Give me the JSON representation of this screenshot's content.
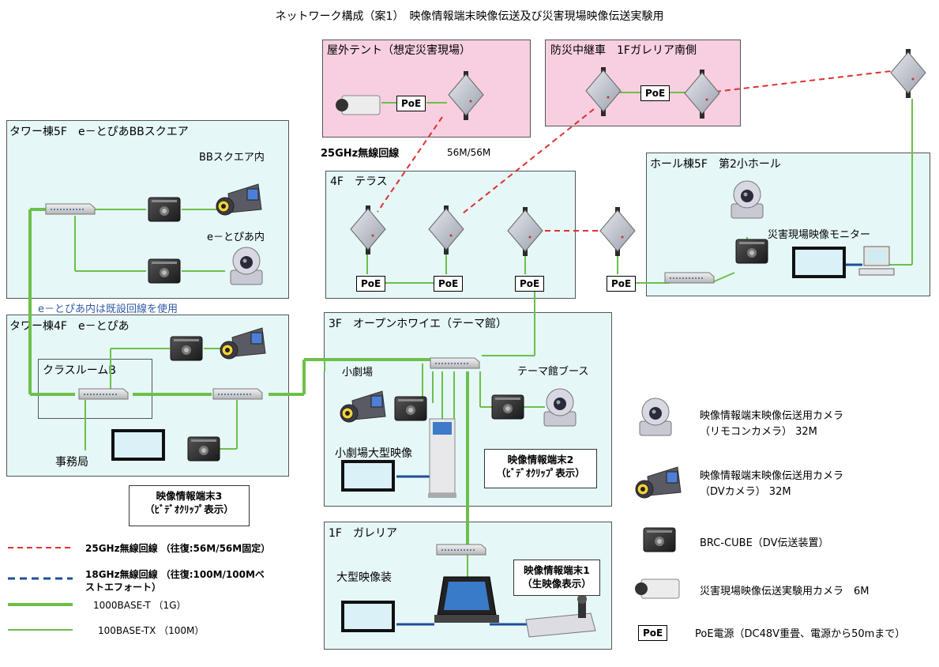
{
  "title": "ネットワーク構成（案1）　映像情報端末映像伝送及び災害現場映像伝送実験用",
  "areas": {
    "tent": "屋外テント（想定災害現場）",
    "relay_car": "防災中継車　1Fガレリア南側",
    "tower5f": "タワー棟5F　e－とぴあBBスクエア",
    "bb_inside": "BBスクエア内",
    "etopia_inside": "e－とぴあ内",
    "terrace": "4F　テラス",
    "hall5f": "ホール棟5F　第2小ホール",
    "disaster_monitor": "災害現場映像モニター",
    "existing_line": "e－とぴあ内は既設回線を使用",
    "tower4f": "タワー棟4F　e－とぴあ",
    "classroom": "クラスルームB",
    "office": "事務局",
    "open_foyer": "3F　オープンホワイエ（テーマ館）",
    "small_theater": "小劇場",
    "theme_booth": "テーマ館ブース",
    "small_theater_big": "小劇場大型映像",
    "galleria": "1F　ガレリア",
    "big_display": "大型映像装"
  },
  "wireless": {
    "band_label": "25GHz無線回線",
    "rate_label": "56M/56M"
  },
  "poe_label": "PoE",
  "notes": {
    "terminal1_line1": "映像情報端末1",
    "terminal1_line2": "（生映像表示）",
    "terminal2_line1": "映像情報端末2",
    "terminal2_line2": "（ﾋﾞﾃﾞｵｸﾘｯﾌﾟ表示）",
    "terminal3_line1": "映像情報端末3",
    "terminal3_line2": "（ﾋﾞﾃﾞｵｸﾘｯﾌﾟ表示）"
  },
  "line_legend": [
    {
      "label": "25GHz無線回線 （往復:56M/56M固定）",
      "color": "#e03030",
      "style": "dashed-red"
    },
    {
      "label": "18GHz無線回線 （往復:100M/100Mベ",
      "label2": "ストエフォート）",
      "color": "#1f4e9a",
      "style": "dashed-blue"
    },
    {
      "label": "1000BASE-T （1G）",
      "color": "#6cc04a",
      "style": "thick-green"
    },
    {
      "label": "100BASE-TX （100M）",
      "color": "#6cc04a",
      "style": "thin-green"
    }
  ],
  "device_legend": {
    "remote_cam_1": "映像情報端末映像伝送用カメラ",
    "remote_cam_2": "（リモコンカメラ） 32M",
    "dv_cam_1": "映像情報端末映像伝送用カメラ",
    "dv_cam_2": "（DVカメラ） 32M",
    "brc_cube": "BRC-CUBE（DV伝送装置）",
    "exp_cam": "災害現場映像伝送実験用カメラ　6M",
    "poe": "PoE電源（DC48V重畳、電源から50mまで）"
  },
  "colors": {
    "pink_area": "#f7cfe0",
    "cyan_area": "#e6f7f8",
    "green_link": "#6cc04a",
    "red_wireless": "#e03030",
    "blue_wireless": "#1f4e9a"
  }
}
